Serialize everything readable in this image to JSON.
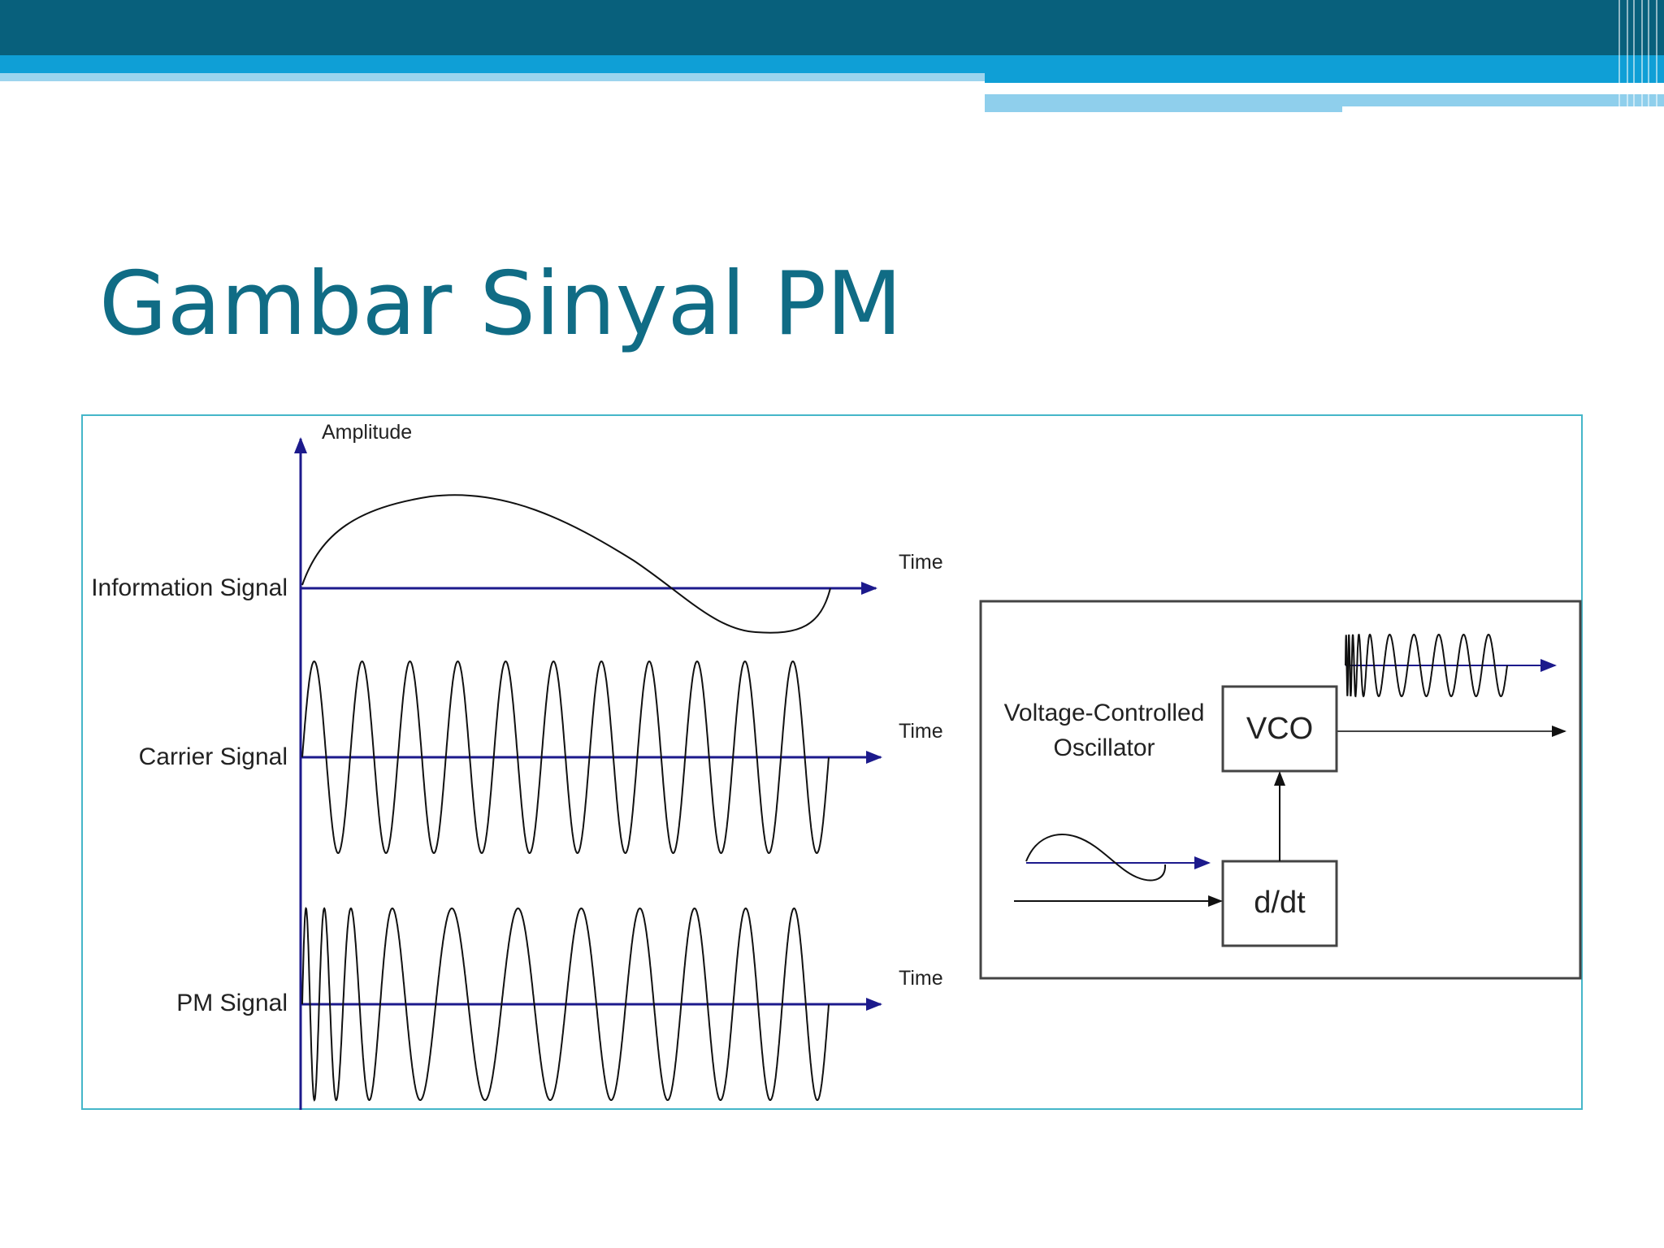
{
  "slide": {
    "title": "Gambar Sinyal PM"
  },
  "figure": {
    "amplitude_label": "Amplitude",
    "waveforms": [
      {
        "label": "Information Signal",
        "axis_label": "Time"
      },
      {
        "label": "Carrier Signal",
        "axis_label": "Time"
      },
      {
        "label": "PM Signal",
        "axis_label": "Time"
      }
    ],
    "block_diagram": {
      "vco_caption_line1": "Voltage-Controlled",
      "vco_caption_line2": "Oscillator",
      "vco_box_label": "VCO",
      "ddt_box_label": "d/dt"
    }
  },
  "colors": {
    "header_dark": "#08607c",
    "header_mid": "#0f9fd6",
    "header_light": "#8fcfec",
    "title": "#106c85",
    "frame": "#45b6c9",
    "axis": "#1c1a8c"
  }
}
